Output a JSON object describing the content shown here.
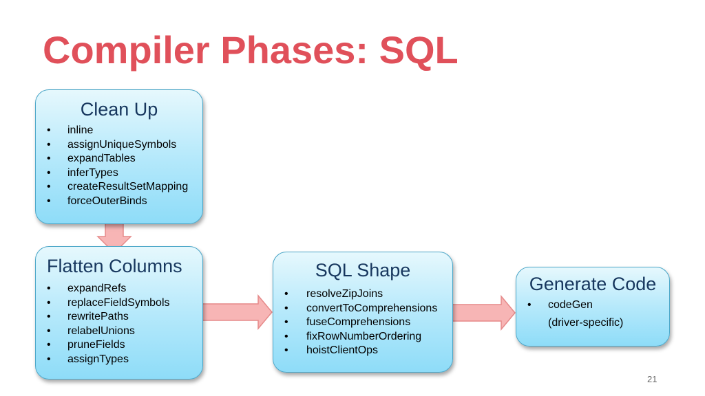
{
  "slide": {
    "title": "Compiler Phases: SQL",
    "page_number": "21"
  },
  "colors": {
    "title": "#e0505a",
    "box_fill": "#b6e9fb",
    "box_border": "#4aa6c8",
    "box_title_text": "#17375e",
    "arrow_fill": "#f7b5b5",
    "arrow_stroke": "#e68a8a"
  },
  "phases": {
    "clean_up": {
      "title": "Clean Up",
      "items": [
        "inline",
        "assignUniqueSymbols",
        "expandTables",
        "inferTypes",
        "createResultSetMapping",
        "forceOuterBinds"
      ]
    },
    "flatten_columns": {
      "title": "Flatten Columns",
      "items": [
        "expandRefs",
        "replaceFieldSymbols",
        "rewritePaths",
        "relabelUnions",
        "pruneFields",
        "assignTypes"
      ]
    },
    "sql_shape": {
      "title": "SQL Shape",
      "items": [
        "resolveZipJoins",
        "convertToComprehensions",
        "fuseComprehensions",
        "fixRowNumberOrdering",
        "hoistClientOps"
      ]
    },
    "generate_code": {
      "title": "Generate Code",
      "items": [
        "codeGen"
      ],
      "note": "(driver-specific)"
    }
  },
  "connections": [
    {
      "from": "clean_up",
      "to": "flatten_columns",
      "direction": "down"
    },
    {
      "from": "flatten_columns",
      "to": "sql_shape",
      "direction": "right"
    },
    {
      "from": "sql_shape",
      "to": "generate_code",
      "direction": "right"
    }
  ]
}
